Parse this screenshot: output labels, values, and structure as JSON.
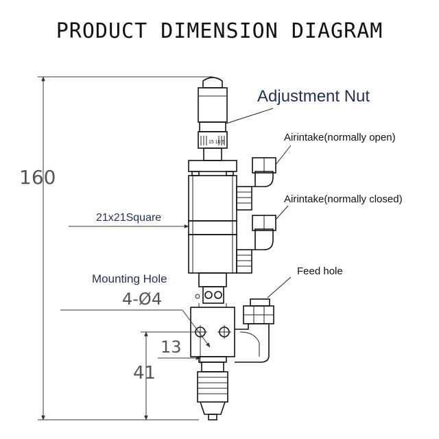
{
  "title": "PRODUCT DIMENSION DIAGRAM",
  "labels": {
    "adjustment_nut": "Adjustment Nut",
    "air_open": "Airintake(normally open)",
    "air_closed": "Airintake(normally closed)",
    "square": "21x21Square",
    "mounting_hole": "Mounting Hole",
    "feed_hole": "Feed hole"
  },
  "dimensions": {
    "overall_height": "160",
    "hole_spec": "4-Ø4",
    "hole_offset": "13",
    "lower_height": "41"
  },
  "scale_marks": "15 10 5"
}
